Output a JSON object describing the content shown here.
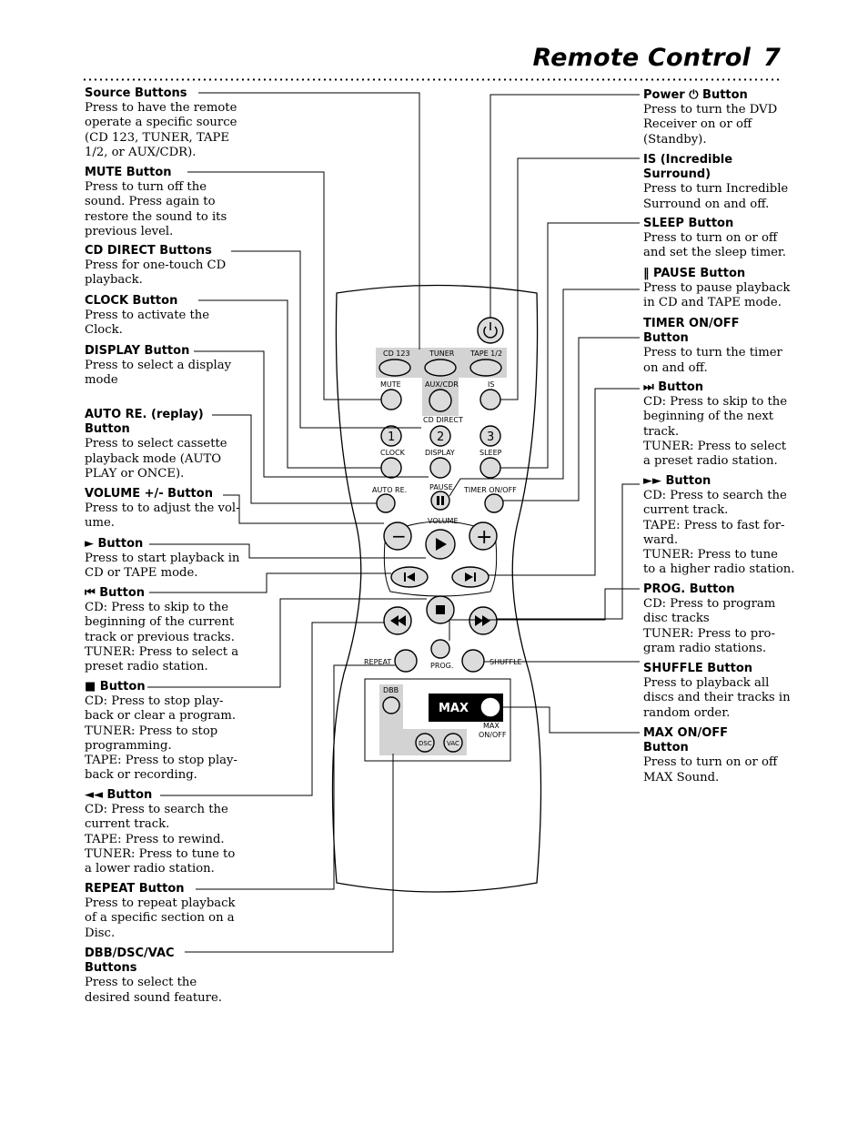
{
  "header": {
    "title": "Remote Control",
    "page_number": "7"
  },
  "left": [
    {
      "key": "source",
      "title": "Source Buttons",
      "body": "Press to have the remote\noperate a specific source\n(CD 123, TUNER, TAPE\n1/2, or AUX/CDR)."
    },
    {
      "key": "mute",
      "title": "MUTE Button",
      "body": "Press to turn off the\nsound. Press again to\nrestore the sound to its\nprevious level."
    },
    {
      "key": "cddirect",
      "title": "CD DIRECT Buttons",
      "body": "Press for one-touch CD\nplayback."
    },
    {
      "key": "clock",
      "title": "CLOCK Button",
      "body": "Press to activate the\nClock."
    },
    {
      "key": "display",
      "title": "DISPLAY Button",
      "body": "Press to select a display\nmode"
    },
    {
      "key": "autore",
      "title": "AUTO RE. (replay)\nButton",
      "body": "Press to select cassette\nplayback mode (AUTO\nPLAY or ONCE)."
    },
    {
      "key": "volume",
      "title": "VOLUME +/- Button",
      "body": "Press to to adjust the vol-\nume."
    },
    {
      "key": "play",
      "title": "►  Button",
      "body": "Press to start playback in\nCD or TAPE mode."
    },
    {
      "key": "prev",
      "title": "⏮ Button",
      "body": "CD: Press to skip to the\nbeginning of the current\ntrack or previous tracks.\nTUNER: Press to select a\npreset radio station."
    },
    {
      "key": "stop",
      "title": "■ Button",
      "body": "CD: Press to stop play-\nback or clear a program.\nTUNER: Press to stop\nprogramming.\nTAPE: Press to stop play-\nback or recording."
    },
    {
      "key": "rew",
      "title": "◄◄ Button",
      "body": "CD: Press to search the\ncurrent track.\nTAPE: Press to rewind.\nTUNER: Press to tune to\na lower radio station."
    },
    {
      "key": "repeat",
      "title": "REPEAT Button",
      "body": "Press to repeat playback\nof a specific section on a\nDisc."
    },
    {
      "key": "dbb",
      "title": "DBB/DSC/VAC\nButtons",
      "body": "Press to select the\ndesired sound feature."
    }
  ],
  "right": [
    {
      "key": "power",
      "title": "Power ⏻ Button",
      "body": "Press to turn the DVD\nReceiver on or off\n(Standby)."
    },
    {
      "key": "is",
      "title": "IS (Incredible\nSurround)",
      "body": "Press to turn Incredible\nSurround on and off."
    },
    {
      "key": "sleep",
      "title": "SLEEP Button",
      "body": "Press to turn on or off\nand set the sleep timer."
    },
    {
      "key": "pause",
      "title": "‖ PAUSE Button",
      "body": "Press to pause playback\nin CD and TAPE mode."
    },
    {
      "key": "timer",
      "title": "TIMER ON/OFF\nButton",
      "body": "Press to turn the timer\non and off."
    },
    {
      "key": "next",
      "title": "⏭ Button",
      "body": "CD: Press to skip to the\nbeginning of the next\ntrack.\nTUNER: Press to select\na preset radio station."
    },
    {
      "key": "ff",
      "title": "►► Button",
      "body": "CD: Press to search the\ncurrent track.\nTAPE: Press to fast for-\nward.\nTUNER: Press to tune\nto a higher radio station."
    },
    {
      "key": "prog",
      "title": "PROG. Button",
      "body": "CD: Press to program\ndisc tracks\nTUNER: Press to pro-\ngram radio stations."
    },
    {
      "key": "shuffle",
      "title": "SHUFFLE Button",
      "body": "Press to playback all\ndiscs and their tracks in\nrandom order."
    },
    {
      "key": "max",
      "title": "MAX ON/OFF\nButton",
      "body": "Press to turn on or off\nMAX Sound."
    }
  ],
  "remote": {
    "cd123": "CD 123",
    "tuner": "TUNER",
    "tape": "TAPE 1/2",
    "mute": "MUTE",
    "auxcdr": "AUX/CDR",
    "is": "IS",
    "cddirect": "CD DIRECT",
    "n1": "1",
    "n2": "2",
    "n3": "3",
    "clock": "CLOCK",
    "display": "DISPLAY",
    "sleep": "SLEEP",
    "autore": "AUTO RE.",
    "pause": "PAUSE",
    "timer": "TIMER ON/OFF",
    "volume": "VOLUME",
    "minus": "−",
    "plus": "+",
    "repeat": "REPEAT",
    "prog": "PROG.",
    "shuffle": "SHUFFLE",
    "dbb": "DBB",
    "max": "MAX",
    "maxonoff1": "MAX",
    "maxonoff2": "ON/OFF",
    "dsc": "DSC",
    "vac": "VAC"
  }
}
